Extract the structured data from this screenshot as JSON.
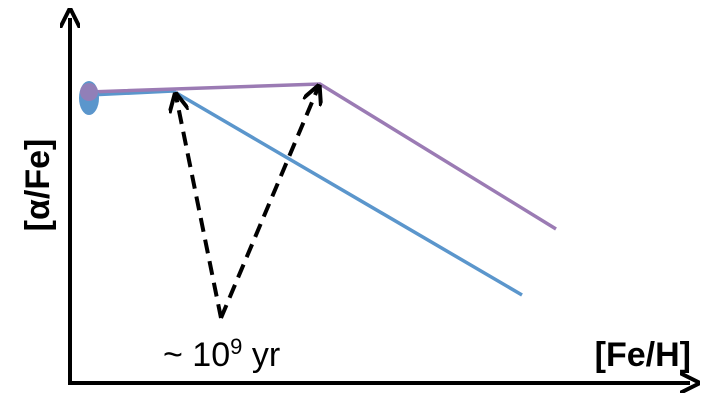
{
  "labels": {
    "y_axis": "[α/Fe]",
    "x_axis": "[Fe/H]",
    "timescale_prefix": "~ 10",
    "timescale_exp": "9",
    "timescale_suffix": " yr"
  },
  "colors": {
    "axis": "#000000",
    "track_blue": "#5b96cc",
    "track_purple": "#9b7bb4",
    "arrow": "#000000"
  }
}
